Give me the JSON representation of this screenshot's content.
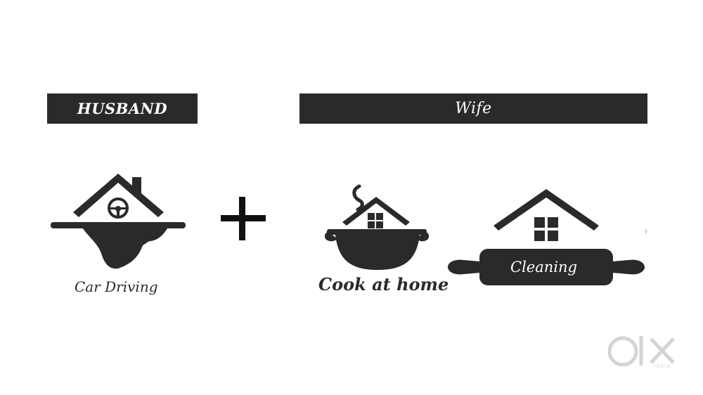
{
  "banners": {
    "husband": "HUSBAND",
    "wife": "Wife"
  },
  "captions": {
    "car_driving": "Car Driving",
    "cook_at_home": "Cook at home",
    "cleaning": "Cleaning"
  },
  "operator": "+",
  "watermark": {
    "logo": "OLX",
    "sub": "INDIA"
  },
  "icons": [
    "house-serving-tray-steering-wheel-icon",
    "plus-icon",
    "house-pot-icon",
    "house-rolling-pin-icon",
    "olx-logo-icon"
  ],
  "colors": {
    "ink": "#2a2a2c",
    "background": "#ffffff",
    "watermark": "#d4d4d4"
  }
}
